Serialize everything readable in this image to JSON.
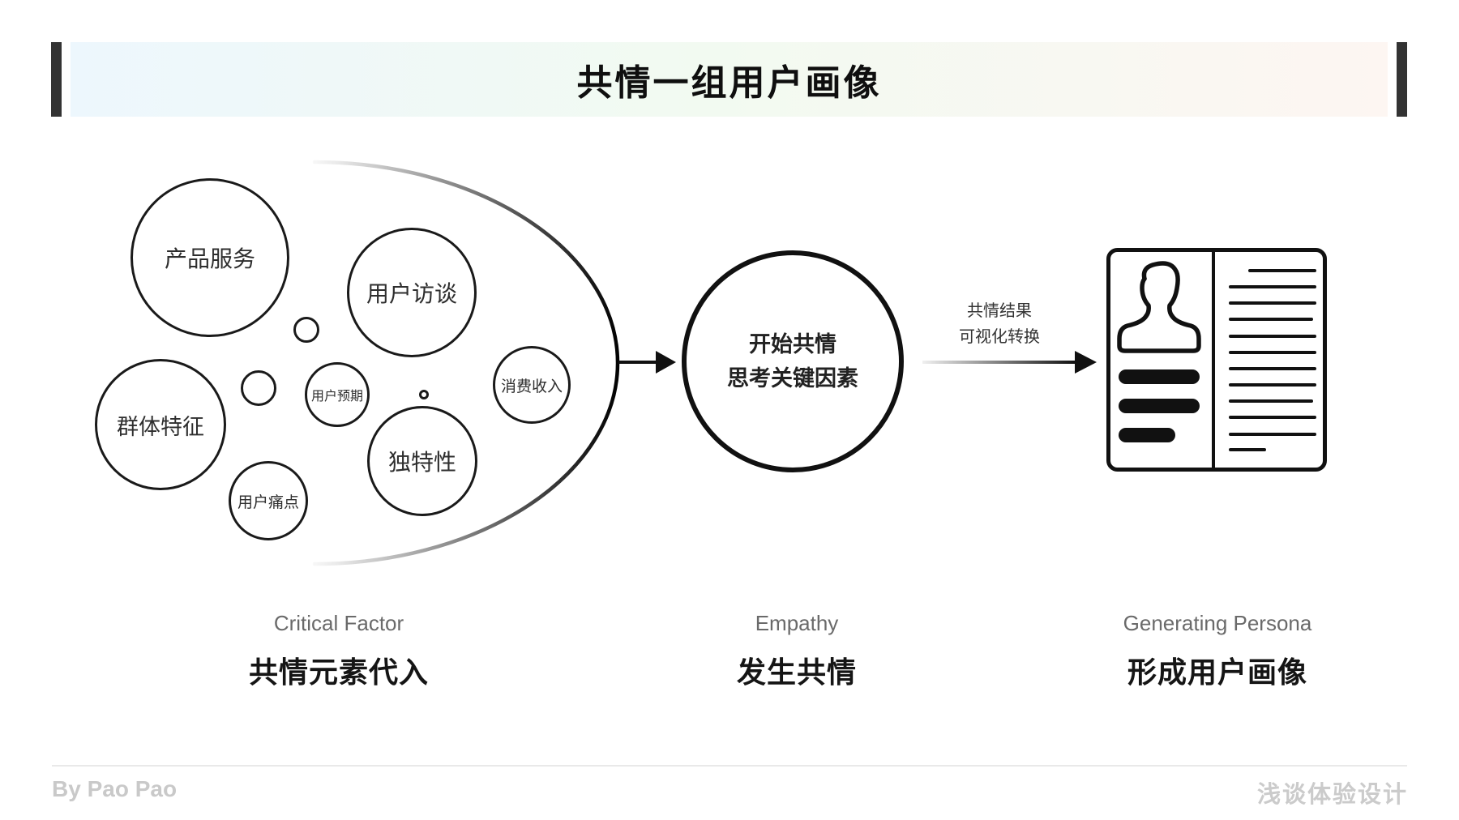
{
  "header": {
    "title": "共情一组用户画像"
  },
  "bubbles": [
    {
      "label": "产品服务"
    },
    {
      "label": "用户访谈"
    },
    {
      "label": "消费收入"
    },
    {
      "label": "群体特征"
    },
    {
      "label": "用户预期"
    },
    {
      "label": "独特性"
    },
    {
      "label": "用户痛点"
    }
  ],
  "empathy_circle": {
    "line1": "开始共情",
    "line2": "思考关键因素"
  },
  "transform_arrow": {
    "line1": "共情结果",
    "line2": "可视化转换"
  },
  "stages": [
    {
      "en": "Critical Factor",
      "cn": "共情元素代入"
    },
    {
      "en": "Empathy",
      "cn": "发生共情"
    },
    {
      "en": "Generating Persona",
      "cn": "形成用户画像"
    }
  ],
  "footer": {
    "author": "By Pao Pao",
    "brand": "浅谈体验设计"
  },
  "icons": {
    "lens": "convergence-lens-curve",
    "arrow1": "arrow-right-icon",
    "arrow2": "gradient-arrow-right-icon",
    "persona": "persona-card-icon",
    "person": "person-silhouette-icon"
  },
  "colors": {
    "stroke": "#1a1a1a",
    "header_bar": "#333333",
    "gradient_left": "#edf7fd",
    "gradient_mid": "#f2faf1",
    "gradient_right": "#fdf6f2",
    "caption_en": "#6a6a6a",
    "footer_text": "#c9c9c9"
  }
}
